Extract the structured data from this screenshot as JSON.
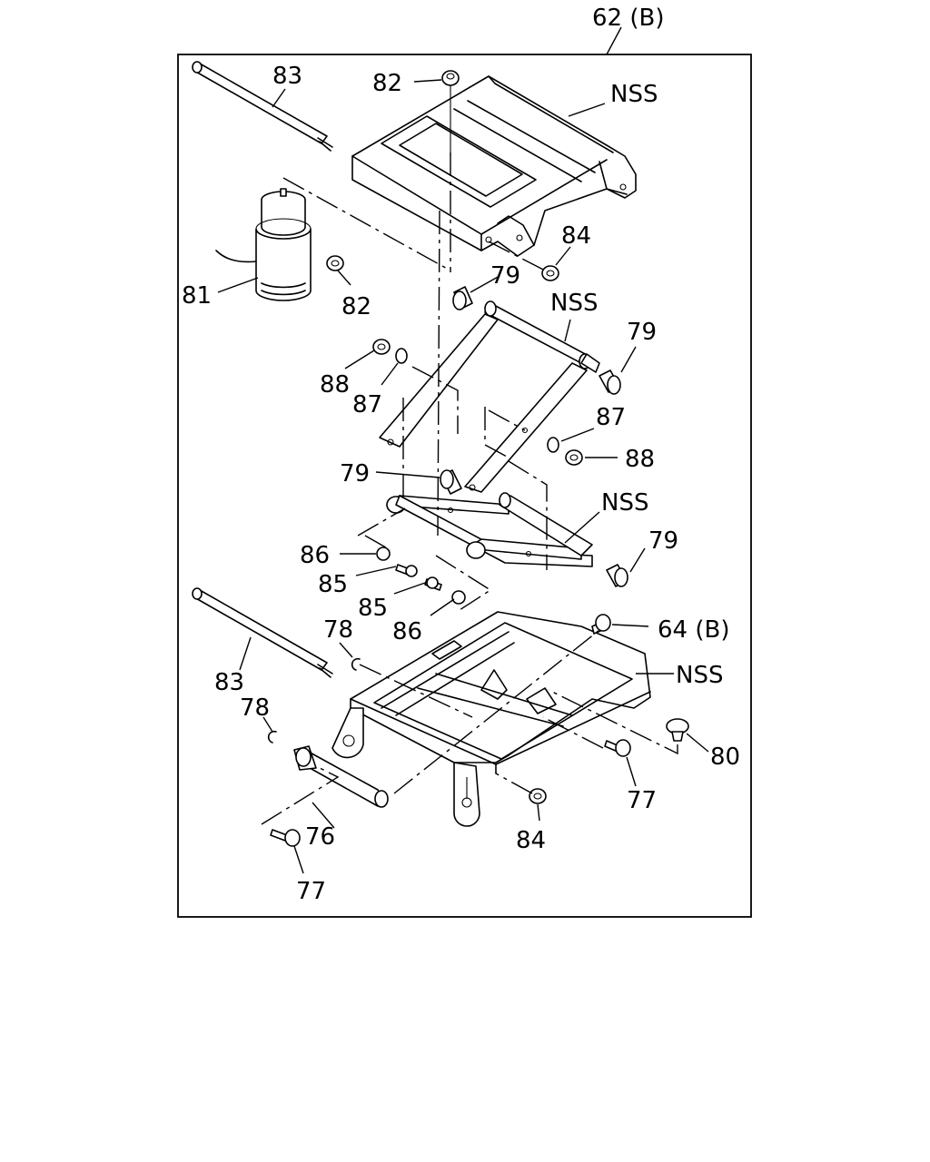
{
  "labels": {
    "assembly_ref": "62 (B)",
    "nss": "NSS",
    "p64b": "64 (B)",
    "p76": "76",
    "p77": "77",
    "p78": "78",
    "p79": "79",
    "p80": "80",
    "p81": "81",
    "p82": "82",
    "p83": "83",
    "p84": "84",
    "p85": "85",
    "p86": "86",
    "p87": "87",
    "p88": "88"
  }
}
